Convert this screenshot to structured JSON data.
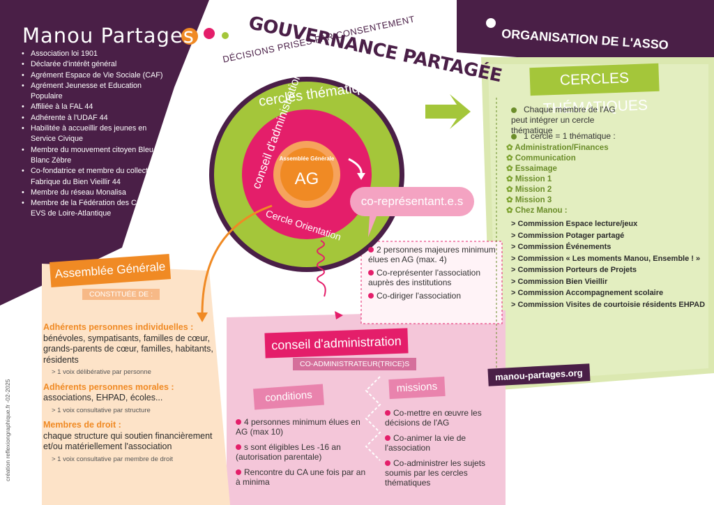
{
  "colors": {
    "purple": "#4a1f47",
    "green": "#a4c63a",
    "orange": "#f08a24",
    "pink": "#e41e6a",
    "lightpink": "#f4c6d9"
  },
  "left": {
    "title": "Manou Partages",
    "items": [
      "Association loi 1901",
      "Déclarée d'intérêt général",
      "Agrément Espace de Vie Sociale (CAF)",
      "Agrément Jeunesse et Education Populaire",
      "Affiliée à la FAL 44",
      "Adhérente à l'UDAF 44",
      "Habilitée à accueillir des jeunes en Service Civique",
      "Membre du mouvement citoyen Bleu Blanc Zèbre",
      "Co-fondatrice et membre du collectif la Fabrique du Bien Vieillir 44",
      "Membre du réseau Monalisa",
      "Membre de la Fédération des CSC et EVS de Loire-Atlantique"
    ]
  },
  "center": {
    "title": "GOUVERNANCE PARTAGÉE",
    "subtitle": "DÉCISIONS PRISES PAR CONSENTEMENT",
    "ring_outer": "cercles thématiques",
    "ring_middle": "conseil d'administration",
    "ring_bottom": "Cercle Orientation",
    "core_small": "Assemblée Générale",
    "core_big": "AG",
    "corep": "co-représentant.e.s",
    "corep_items": [
      "2 personnes majeures minimum élues en AG (max. 4)",
      "Co-représenter l'association auprès des institutions",
      "Co-diriger l'association"
    ]
  },
  "right": {
    "title": "ORGANISATION DE L'ASSO",
    "header": "CERCLES THÉMATIQUES",
    "intro1": "Chaque membre de l'AG peut intégrer un cercle thématique",
    "intro2": "1 cercle = 1 thématique :",
    "themes": [
      "Administration/Finances",
      "Communication",
      "Essaimage",
      "Mission 1",
      "Mission 2",
      "Mission 3",
      "Chez Manou :"
    ],
    "commissions": [
      "Commission Espace lecture/jeux",
      "Commission Potager partagé",
      "Commission Événements",
      "Commission « Les moments Manou, Ensemble ! »",
      "Commission Porteurs de Projets",
      "Commission Bien Vieillir",
      "Commission Accompagnement scolaire",
      "Commission Visites de courtoisie résidents EHPAD"
    ],
    "website": "manou-partages.org"
  },
  "ag": {
    "header": "Assemblée Générale",
    "sub": "CONSTITUÉE DE :",
    "groups": [
      {
        "head": "Adhérents personnes individuelles :",
        "body": "bénévoles, sympatisants, familles de cœur, grands-parents de cœur, familles, habitants, résidents",
        "note": "> 1 voix délibérative par personne"
      },
      {
        "head": "Adhérents personnes morales :",
        "body": "associations, EHPAD, écoles...",
        "note": "> 1 voix consultative par structure"
      },
      {
        "head": "Membres de droit :",
        "body": "chaque structure qui soutien financièrement et/ou matériellement l'association",
        "note": "> 1 voix consultative par membre de droit"
      }
    ]
  },
  "ca": {
    "header": "conseil d'administration",
    "sub": "CO-ADMINISTRATEUR(TRICE)S",
    "conditions_label": "conditions",
    "missions_label": "missions",
    "conditions": [
      "4 personnes minimum élues en AG (max 10)",
      "s sont éligibles Les -16 an (autorisation parentale)",
      "Rencontre du CA une fois par an à minima"
    ],
    "missions": [
      "Co-mettre en œuvre les décisions de l'AG",
      "Co-animer la vie de l'association",
      "Co-administrer les sujets soumis par les cercles thématiques"
    ]
  },
  "credit": "création reflexiongraphique.fr -02-2025"
}
